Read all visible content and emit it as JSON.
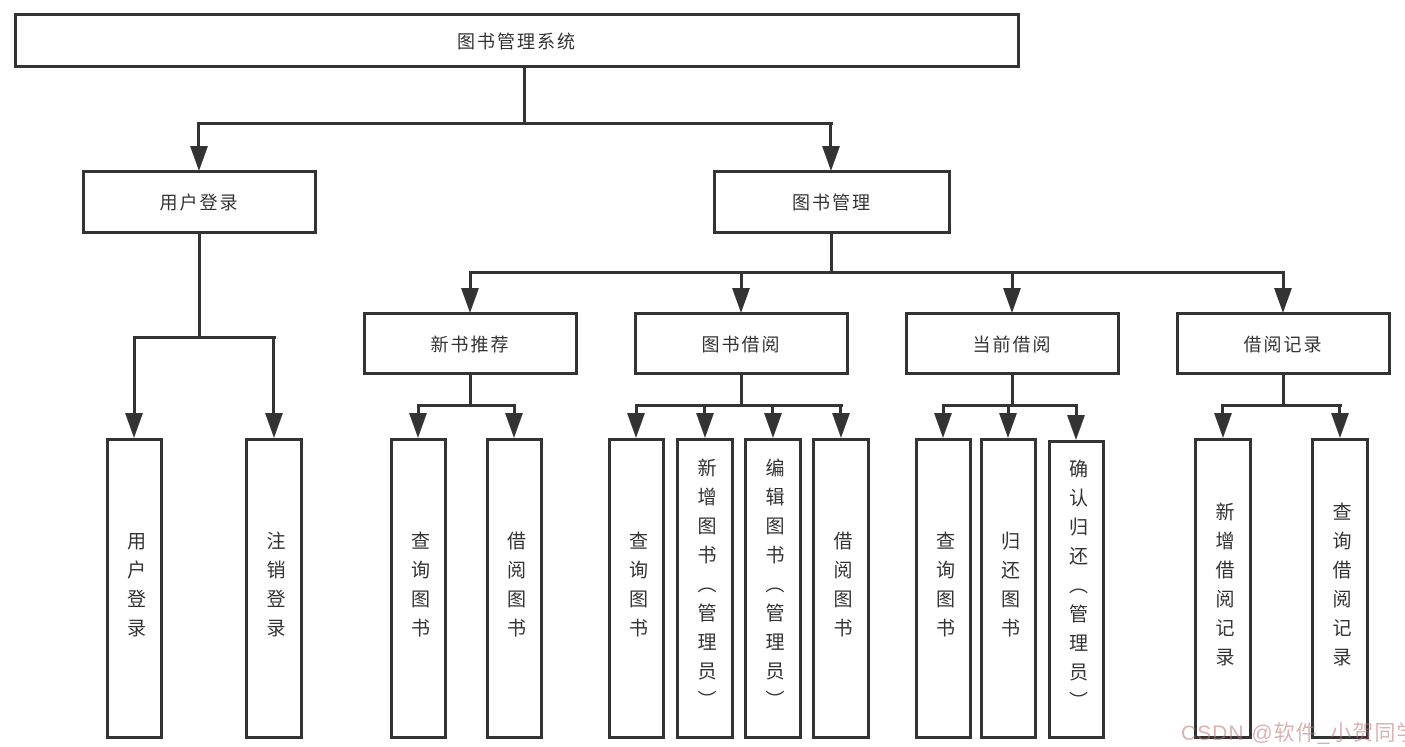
{
  "diagram": {
    "type": "hierarchy-tree",
    "tree": {
      "label": "图书管理系统",
      "children": [
        {
          "label": "用户登录",
          "children": [
            {
              "label": "用户登录"
            },
            {
              "label": "注销登录"
            }
          ]
        },
        {
          "label": "图书管理",
          "children": [
            {
              "label": "新书推荐",
              "children": [
                {
                  "label": "查询图书"
                },
                {
                  "label": "借阅图书"
                }
              ]
            },
            {
              "label": "图书借阅",
              "children": [
                {
                  "label": "查询图书"
                },
                {
                  "label": "新增图书（管理员）"
                },
                {
                  "label": "编辑图书（管理员）"
                },
                {
                  "label": "借阅图书"
                }
              ]
            },
            {
              "label": "当前借阅",
              "children": [
                {
                  "label": "查询图书"
                },
                {
                  "label": "归还图书"
                },
                {
                  "label": "确认归还（管理员）"
                }
              ]
            },
            {
              "label": "借阅记录",
              "children": [
                {
                  "label": "新增借阅记录"
                },
                {
                  "label": "查询借阅记录"
                }
              ]
            }
          ]
        }
      ]
    },
    "colors": {
      "line": "#333333",
      "box_border": "#333333",
      "text": "#333333",
      "background": "#ffffff",
      "watermark": "#be7373"
    }
  },
  "watermark": {
    "text": "CSDN @软件_小贺同学"
  }
}
